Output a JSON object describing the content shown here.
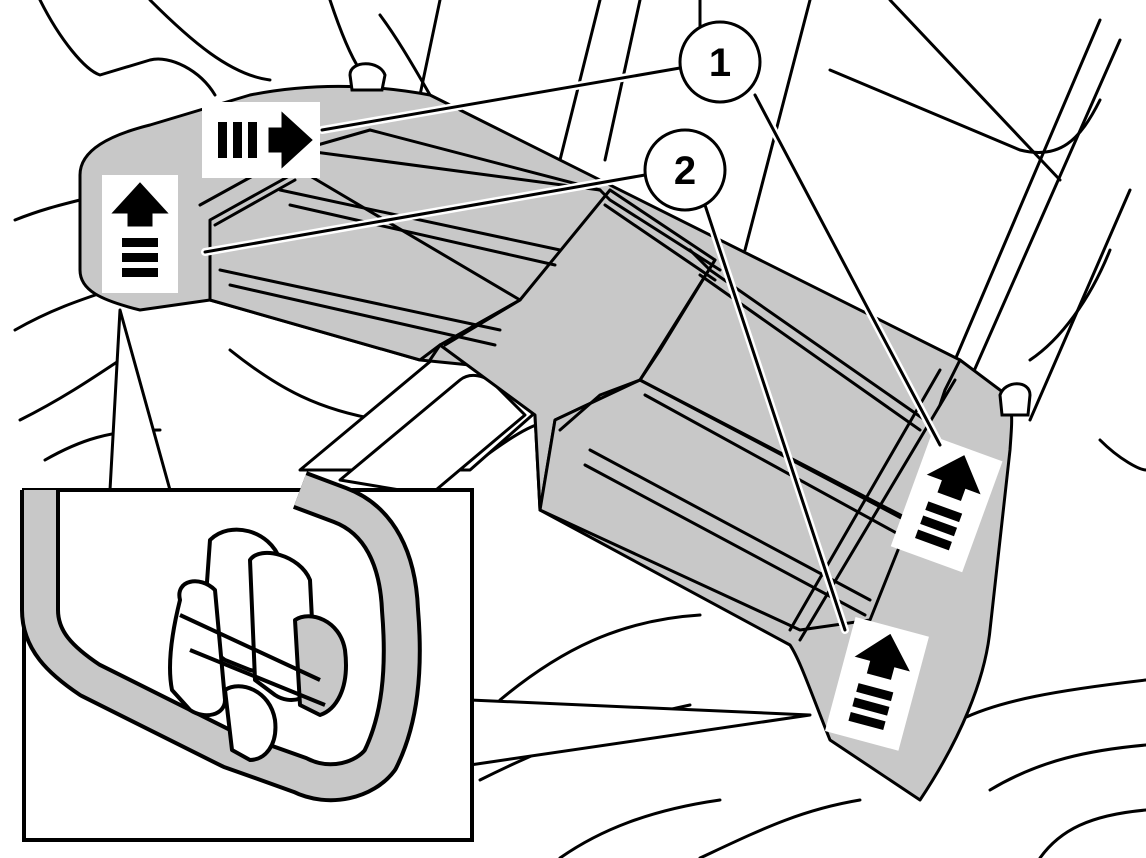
{
  "callouts": [
    {
      "id": "1",
      "label": "1"
    },
    {
      "id": "2",
      "label": "2"
    }
  ],
  "colors": {
    "panel_fill": "#c8c8c8",
    "line": "#000000",
    "background": "#ffffff",
    "arrow_fill": "#000000"
  },
  "icons": [
    "up-arrow-with-bars-icon",
    "release-clip-detail"
  ]
}
